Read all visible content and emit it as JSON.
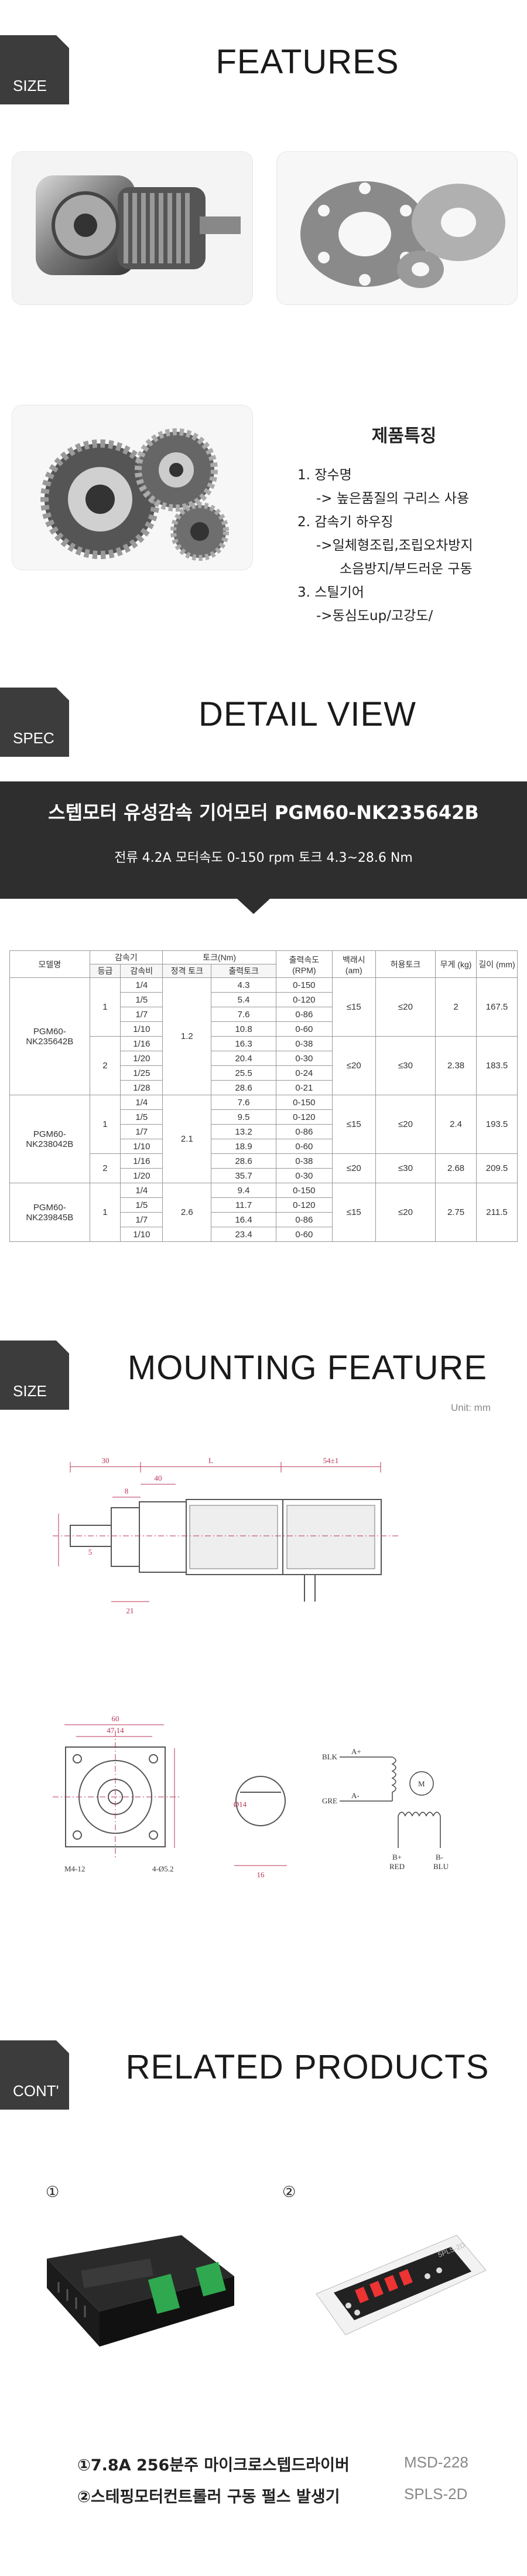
{
  "sections": {
    "features": {
      "tag": "SIZE",
      "title": "FEATURES"
    },
    "detail": {
      "tag": "SPEC",
      "title": "DETAIL VIEW"
    },
    "mounting": {
      "tag": "SIZE",
      "title": "MOUNTING FEATURE",
      "unit": "Unit: mm"
    },
    "related": {
      "tag": "CONT'",
      "title": "RELATED PRODUCTS"
    }
  },
  "feature_list": {
    "heading": "제품특징",
    "items": [
      "1. 장수명",
      "->  높은품질의 구리스 사용",
      "2.  감속기 하우징",
      "->일체형조립,조립오차방지",
      "소음방지/부드러운 구동",
      "3. 스틸기어",
      "->동심도up/고강도/"
    ]
  },
  "banner": {
    "title": "스텝모터 유성감속 기어모터 PGM60-NK235642B",
    "subtitle": "전류 4.2A    모터속도 0-150 rpm   토크  4.3~28.6 Nm"
  },
  "spec_table": {
    "headers": {
      "model": "모델명",
      "reducer": "감속기",
      "grade": "등급",
      "ratio": "감속비",
      "torque": "토크(Nm)",
      "rated": "정격 토크",
      "output_torque": "출력토크",
      "speed": "출력속도 (RPM)",
      "backlash": "백래시 (am)",
      "allow": "허용토크",
      "weight": "무게 (kg)",
      "length": "길이 (mm)"
    },
    "models": [
      "PGM60-NK235642B",
      "PGM60-NK238042B",
      "PGM60-NK239845B"
    ],
    "rows": [
      [
        "1/4",
        "4.3",
        "0-150"
      ],
      [
        "1/5",
        "5.4",
        "0-120"
      ],
      [
        "1/7",
        "7.6",
        "0-86"
      ],
      [
        "1/10",
        "10.8",
        "0-60"
      ],
      [
        "1/16",
        "16.3",
        "0-38"
      ],
      [
        "1/20",
        "20.4",
        "0-30"
      ],
      [
        "1/25",
        "25.5",
        "0-24"
      ],
      [
        "1/28",
        "28.6",
        "0-21"
      ],
      [
        "1/4",
        "7.6",
        "0-150"
      ],
      [
        "1/5",
        "9.5",
        "0-120"
      ],
      [
        "1/7",
        "13.2",
        "0-86"
      ],
      [
        "1/10",
        "18.9",
        "0-60"
      ],
      [
        "1/16",
        "28.6",
        "0-38"
      ],
      [
        "1/20",
        "35.7",
        "0-30"
      ],
      [
        "1/4",
        "9.4",
        "0-150"
      ],
      [
        "1/5",
        "11.7",
        "0-120"
      ],
      [
        "1/7",
        "16.4",
        "0-86"
      ],
      [
        "1/10",
        "23.4",
        "0-60"
      ]
    ],
    "groups": {
      "g1": "1",
      "g2": "2",
      "rated_a": "1.2",
      "rated_b": "2.1",
      "rated_c": "2.6",
      "bl_1": "≤15",
      "bl_2": "≤20",
      "al_1": "≤20",
      "al_2": "≤30",
      "w_a1": "2",
      "w_a2": "2.38",
      "w_b1": "2.4",
      "w_b2": "2.68",
      "w_c1": "2.75",
      "l_a1": "167.5",
      "l_a2": "183.5",
      "l_b1": "193.5",
      "l_b2": "209.5",
      "l_c1": "211.5"
    }
  },
  "drawing_labels": {
    "d30": "30",
    "dL": "L",
    "d54": "54±1",
    "d40": "40",
    "d8": "8",
    "d21": "21",
    "d5": "5",
    "d60": "60",
    "d4719": "47.14",
    "m4": "M4-12",
    "h4": "4-Ø5.2",
    "d14": "Ø14",
    "d16": "16",
    "blk": "BLK",
    "grn": "GRE",
    "a_plus": "A+",
    "a_minus": "A-",
    "b_plus": "B+",
    "b_minus": "B-",
    "red": "RED",
    "blu": "BLU",
    "m": "M"
  },
  "related": {
    "num1": "①",
    "num2": "②",
    "line1": "①7.8A 256분주 마이크로스텝드라이버",
    "code1": "MSD-228",
    "line2": "②스테핑모터컨트롤러 구동 펄스 발생기",
    "code2": "SPLS-2D",
    "display": "5PLS-2D"
  },
  "colors": {
    "tag_bg": "#3c3c3c",
    "banner_bg": "#2e2e2e",
    "accent_green": "#2fa84f"
  }
}
